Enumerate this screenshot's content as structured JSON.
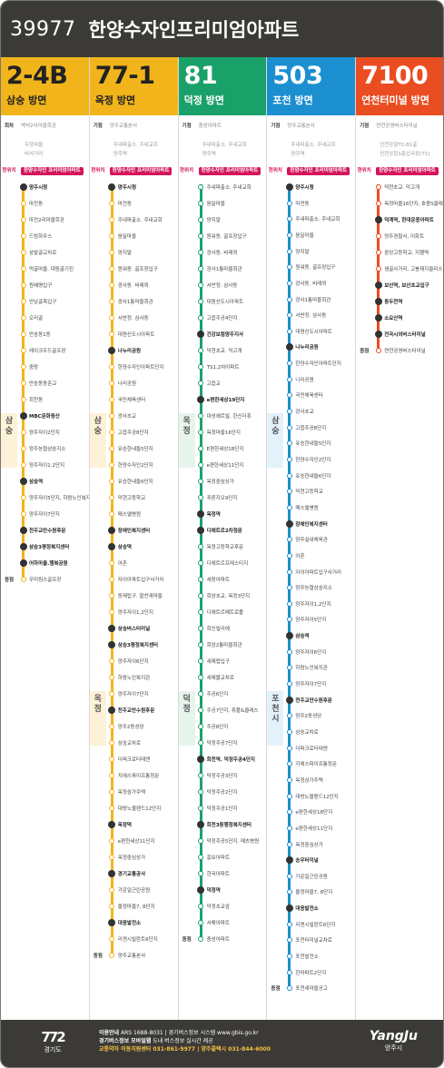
{
  "header": {
    "stop_id": "39977",
    "stop_name": "한양수자인프리미엄아파트"
  },
  "routes": [
    {
      "number": "2-4B",
      "direction": "삼숭 방면",
      "color": "#f1b51b",
      "turn_label": "회차",
      "turn_stop": "백석2리마을회관",
      "prev_stops": [
        "우정마을",
        "비석거리"
      ],
      "current_label": "현위치",
      "current_stop": "한양수자인 프리미엄아파트",
      "stops": [
        "양주시청",
        "마전동",
        "마전2리마을회관",
        "드림하우스",
        "삼발골교차로",
        "먹골마을. 대림골기진",
        "원혜명입구",
        "안남골목입구",
        "오리골",
        "만송동1동",
        "레이크우드골프장",
        "중랑",
        "만송동동촌교",
        "회천동",
        "MBC문화동산",
        "양주자이2단지",
        "양주농협삼숭지소",
        "양주자이1.2단지",
        "삼숭역",
        "양주자이5단지, 하람노인복지관",
        "양주자이7단지",
        "천주교만수원후문",
        "삼숭3평정복지센터",
        "어하마을.행복공원",
        "우미림스골프장"
      ],
      "zones": [
        "삼숭"
      ],
      "end_label": "종점"
    },
    {
      "number": "77-1",
      "direction": "옥정 방면",
      "color": "#f1b51b",
      "turn_label": "기점",
      "turn_stop": "양주교통본사",
      "prev_stops": [
        "주내파출소. 주내교회",
        "양주역"
      ],
      "current_label": "현위치",
      "current_stop": "한양수자인 프리미엄아파트",
      "stops": [
        "양주시청",
        "마전동",
        "주내파출소. 주내교회",
        "음달마을",
        "양지말",
        "원워동. 골프장입구",
        "광사동. 비레뫼",
        "광사1통마을회관",
        "서반정. 삼사동",
        "대원신도시아파트",
        "나누리공원",
        "한양수자인아파트단지",
        "나리공원",
        "국민체육센터",
        "광사초교",
        "고읍주공8단지",
        "유승한내들5단지",
        "한양수자인2단지",
        "유승한내들6단지",
        "덕현고등학교",
        "메스엘병원",
        "장애인복지센터",
        "삼숭역",
        "아촌",
        "자이아파트입구사거리",
        "동재립구. 할찬새마을",
        "양주자이1,2단지",
        "삼숭버스터미널",
        "삼숭3평정복지센터",
        "양주자이6단지",
        "하람노인복지관",
        "양주자이7단지",
        "천주교만수원후문",
        "양주2동성당",
        "삼숭교차로",
        "더퍼크로터테앤",
        "지에스파이프통정문",
        "옥정삼가주택",
        "대방노블랜드12단지",
        "옥정역",
        "e편한세상11단지",
        "옥정중심상가",
        "경기교통공사",
        "가운일근린공원",
        "율정마을7, 8단지",
        "대응발전소",
        "리젠시빌란트6단지",
        "양주교통본사"
      ],
      "zones": [
        "삼숭",
        "옥정"
      ],
      "end_label": "종점"
    },
    {
      "number": "81",
      "direction": "덕정 방면",
      "color": "#1aa16a",
      "turn_label": "기점",
      "turn_stop": "충성아파트",
      "prev_stops": [
        "주내파출소. 주내교회",
        "양주역"
      ],
      "current_label": "현위치",
      "current_stop": "한양수자인 프리미엄아파트",
      "stops": [
        "주내파출소. 주내교회",
        "음달마을",
        "양지말",
        "원워동. 골프장입구",
        "광사동. 비레뫼",
        "광사1통마을회관",
        "서반정. 삼사동",
        "대원신도시아파트",
        "고읍주공4단지",
        "건강보험양주지사",
        "덕현초교. 덕고개",
        "TS1,2차아파트",
        "고읍교",
        "e편한세상19단지",
        "대성헤르빌. 한신더휴",
        "옥정마을16단지",
        "E편한세상18단지",
        "e편한세상11단지",
        "옥정중심상가",
        "푸른지오9단지",
        "옥정역",
        "디에트르2차정문",
        "옥정고등학교후문",
        "디에트르프레스티지",
        "세창아파트",
        "회암초교. 옥정3단지",
        "디에트르메트로폴",
        "회인빌리에",
        "회암2통마을회관",
        "세제럽입구",
        "세제물교차로",
        "주공6단지",
        "주공7단지. 휴플&클래스",
        "주공8단지",
        "덕정주공7단지",
        "회천역. 덕정주공4단지",
        "덕정주공3단지",
        "덕정주공2단지",
        "덕정주공1단지",
        "회천3동행정복지센터",
        "덕정주공5단지. 메츠병원",
        "흥보아파트",
        "한국아파트",
        "덕정역",
        "덕정초교앞",
        "서해아파트",
        "충성아파트"
      ],
      "zones": [
        "옥정",
        "덕정"
      ],
      "end_label": "종점"
    },
    {
      "number": "503",
      "direction": "포천 방면",
      "color": "#1b8fd0",
      "turn_label": "기점",
      "turn_stop": "양주교통본사",
      "prev_stops": [
        "주내파출소. 주내교회",
        "양주역"
      ],
      "current_label": "현위치",
      "current_stop": "한양수자인 프리미엄아파트",
      "stops": [
        "양주시청",
        "마전동",
        "주내파출소. 주내교회",
        "음달마을",
        "양지말",
        "원워동. 골프장입구",
        "광사동. 비레뫼",
        "광사1통마을회관",
        "서반정. 삼사동",
        "대원신도시아파트",
        "나누리공원",
        "한양수자인아파트단지",
        "나리공원",
        "국민체육센터",
        "광사초교",
        "고읍주공8단지",
        "유승한내들5단지",
        "한양수자인2단지",
        "유승한내들6단지",
        "덕현고등학교",
        "메스엘병원",
        "장애인복지센터",
        "양주실내체육관",
        "아촌",
        "자이아파트입구사거리",
        "양주농협삼숭지소",
        "양주자이1,2단지",
        "양주자이5단지",
        "삼숭역",
        "양주자이6단지",
        "하람노인복지관",
        "양주자이7단지",
        "천주교만수원후문",
        "양주2동성당",
        "삼숭교차로",
        "더퍼크로터테앤",
        "지에스파이프통정문",
        "옥정삼가주택",
        "대방노블랜드12단지",
        "e편한세상18단지",
        "e편한세상11단지",
        "옥정중심상가",
        "송우터미널",
        "가운일근린공원",
        "율정마을7, 8단지",
        "대응발전소",
        "리젠시빌란트6단지",
        "포천터미널교차로",
        "포천발전소",
        "한마파트2단지",
        "포천새마을공고"
      ],
      "zones": [
        "삼숭",
        "포천시"
      ],
      "end_label": "종점"
    },
    {
      "number": "7100",
      "direction": "연천터미널 방면",
      "color": "#ea4d21",
      "turn_label": "기점",
      "turn_stop": "연천공영버스터미널",
      "prev_stops": [
        "인천공항T2-B1출",
        "인천공항1층입국장(T1)"
      ],
      "current_label": "현위치",
      "current_stop": "한양수자인 프리미엄아파트",
      "stops": [
        "덕현초교. 덕고개",
        "옥정마을16단지, 호용S클래스",
        "덕계역, 한대운종아파트",
        "양주경찰서, 이화트",
        "중앙고등학교, 지행역",
        "샘골사거리, 고봉제지클리스센터",
        "보산역, 보산초교입구",
        "동두천역",
        "소요산역",
        "전곡시외버스터미널",
        "연천공영버스터미널"
      ],
      "zones": [],
      "end_label": "종점"
    }
  ],
  "footer": {
    "gg_logo": "772",
    "gg_name": "경기도",
    "info_line1_label": "이용안내",
    "info_line1": "ARS 1688-8031 | 경기버스정보 시스템 www.gbis.go.kr",
    "info_line2_label": "경기버스정보 모바일웹",
    "info_line2": "도내 버스정보 실시간 제공",
    "info_line3": "교통약자 이동지원센터 031-861-9977 | 양주콜택시 031-844-6000",
    "yj_logo": "YangJu",
    "yj_name": "양주시"
  }
}
